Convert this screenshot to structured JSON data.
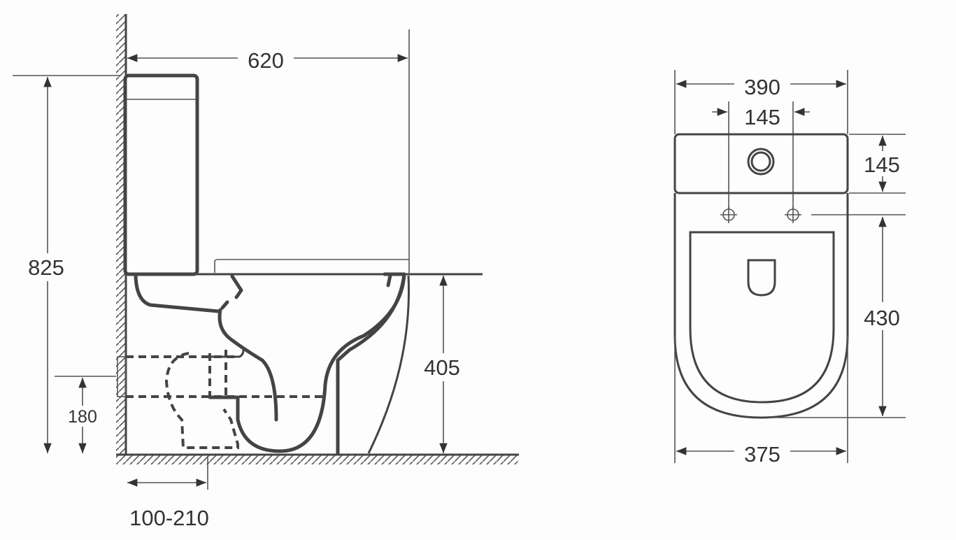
{
  "side_view": {
    "depth": "620",
    "total_height": "825",
    "seat_height": "405",
    "inlet_height": "180",
    "outlet_distance": "100-210"
  },
  "top_view": {
    "width": "390",
    "bolt_spacing": "145",
    "tank_depth": "145",
    "bowl_length": "430",
    "bowl_width": "375"
  },
  "colors": {
    "line": "#444444",
    "background": "#fdfdfd"
  }
}
